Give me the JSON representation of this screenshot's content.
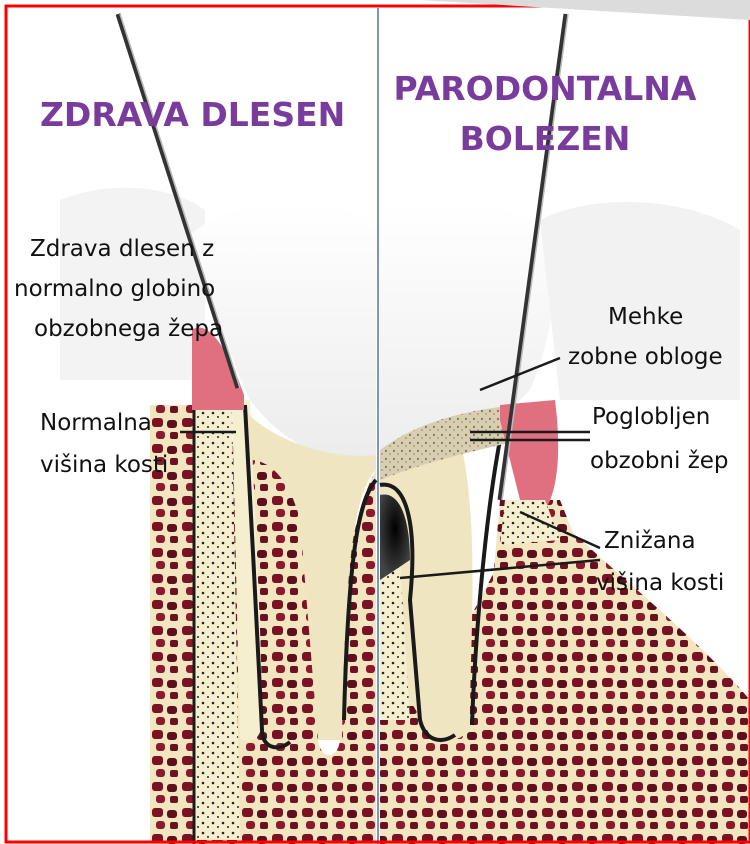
{
  "titles": {
    "left": "ZDRAVA DLESEN",
    "right_line1": "PARODONTALNA",
    "right_line2": "BOLEZEN"
  },
  "labels": {
    "healthy_gum_1": "Zdrava dlesen z",
    "healthy_gum_2": "normalno globino",
    "healthy_gum_3": "obzobnega žepa",
    "normal_bone_1": "Normalna",
    "normal_bone_2": "višina kosti",
    "plaque_1": "Mehke",
    "plaque_2": "zobne obloge",
    "pocket_1": "Poglobljen",
    "pocket_2": "obzobni žep",
    "reduced_bone_1": "Znižana",
    "reduced_bone_2": "višina kosti"
  },
  "colors": {
    "title": "#7a3c9c",
    "gum_pink": "#e07080",
    "bone_cream": "#f6efcf",
    "marrow_red": "#7a1224",
    "divider": "#4b73b8",
    "frame": "#ff0000"
  }
}
